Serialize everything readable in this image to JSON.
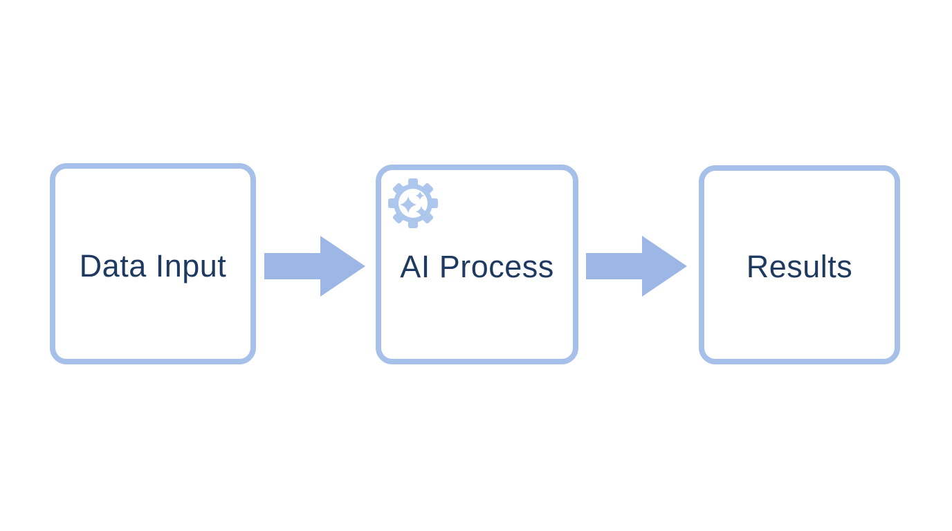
{
  "theme": {
    "background": "#ffffff",
    "accent": "#9cb7e5",
    "accent-border": "#a7c0e9",
    "accent-light": "#adc6ec",
    "text": "#1e3a60"
  },
  "diagram": {
    "type": "flowchart",
    "direction": "left-to-right",
    "nodes": [
      {
        "id": "data-input",
        "label": "Data Input"
      },
      {
        "id": "ai-process",
        "label": "AI Process",
        "icon": "gear-sparkles-icon"
      },
      {
        "id": "results",
        "label": "Results"
      }
    ],
    "connectors": [
      {
        "from": "data-input",
        "to": "ai-process",
        "shape": "solid-right-arrow"
      },
      {
        "from": "ai-process",
        "to": "results",
        "shape": "solid-right-arrow"
      }
    ]
  }
}
